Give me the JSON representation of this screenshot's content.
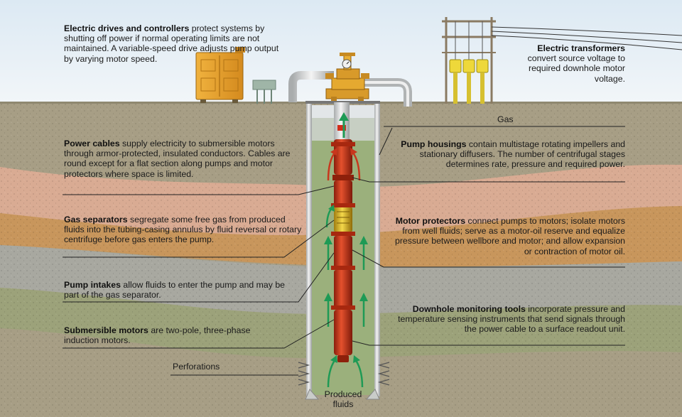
{
  "electric_drives": {
    "title": "Electric drives and controllers",
    "body": " protect systems by shutting off power if normal operating limits are not maintained. A variable-speed drive adjusts pump output by varying motor speed."
  },
  "electric_transformers": {
    "title": "Electric transformers",
    "body": "convert source voltage to required downhole motor voltage."
  },
  "power_cables": {
    "title": "Power cables",
    "body": " supply electricity to submersible motors through armor-protected, insulated conductors. Cables are round except for a flat section along pumps and motor protectors where space is limited."
  },
  "gas_label": "Gas",
  "pump_housings": {
    "title": "Pump housings",
    "body": " contain multistage rotating impellers and stationary diffusers. The number of centrifugal stages determines rate, pressure and required power."
  },
  "gas_separators": {
    "title": "Gas separators",
    "body": " segregate some free gas from produced fluids into the tubing-casing annulus by fluid reversal or rotary centrifuge before gas enters the pump."
  },
  "motor_protectors": {
    "title": "Motor protectors",
    "body": " connect pumps to motors; isolate motors from well fluids; serve as a motor-oil reserve and equalize pressure between wellbore and motor; and allow expansion or contraction of motor oil."
  },
  "pump_intakes": {
    "title": "Pump intakes",
    "body": " allow fluids to enter the pump and may be part of the gas separator."
  },
  "downhole_monitoring": {
    "title": "Downhole monitoring tools",
    "body": " incorporate pressure and temperature sensing instruments that send signals through the power cable to a surface readout unit."
  },
  "submersible_motors": {
    "title": "Submersible motors",
    "body": " are two-pole, three-phase induction motors."
  },
  "perforations_label": "Perforations",
  "produced_fluids_label": "Produced fluids",
  "colors": {
    "sky": "#e6f0f7",
    "ground": "#a79e85",
    "pink_layer": "#d9ab93",
    "orange_layer": "#c8965c",
    "gray_layer": "#a8a8a0",
    "green_layer": "#9ca27a",
    "pump_red": "#c8371d",
    "controller_orange": "#e8a030",
    "flow_arrow_green": "#1e9a55",
    "separator_yellow": "#e8c020",
    "fluid_green": "#9bb07c"
  }
}
